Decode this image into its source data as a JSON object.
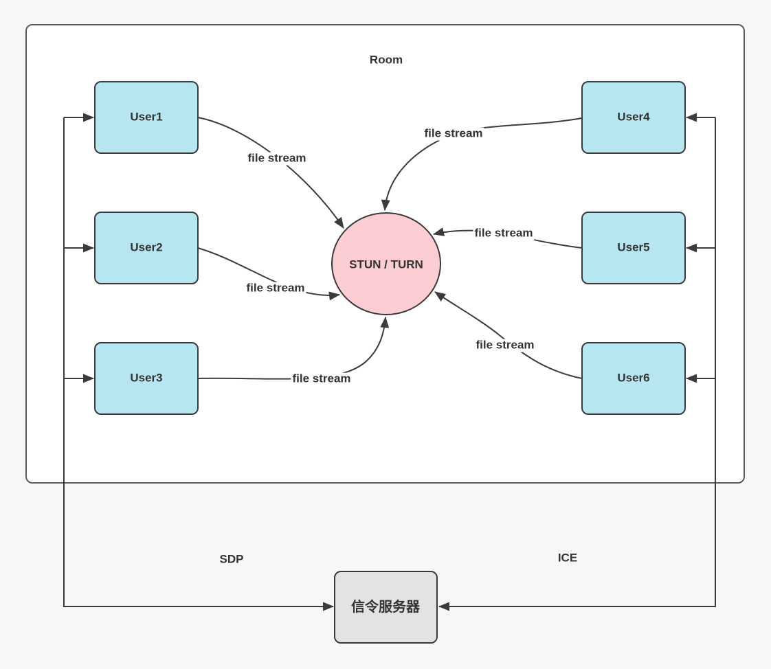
{
  "labels": {
    "room": "Room",
    "stun": "STUN / TURN",
    "signaling_server": "信令服务器",
    "sdp": "SDP",
    "ice": "ICE",
    "file_stream": "file stream"
  },
  "nodes": {
    "users": [
      "User1",
      "User2",
      "User3",
      "User4",
      "User5",
      "User6"
    ]
  },
  "colors": {
    "background": "#f7f7f7",
    "room_fill": "#ffffff",
    "room_border": "#595959",
    "user_fill": "#b6e7f0",
    "stun_fill": "#fccdd2",
    "signaling_fill": "#e3e3e3",
    "node_border": "#38393b",
    "line": "#3b3b3b"
  }
}
